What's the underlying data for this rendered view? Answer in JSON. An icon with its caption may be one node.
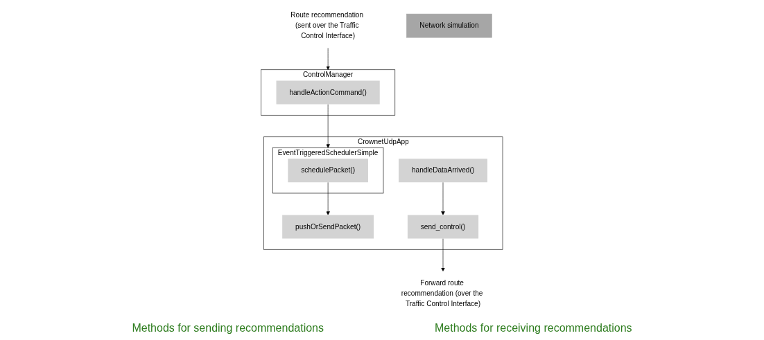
{
  "diagram": {
    "nodes": [
      {
        "text": [
          "Route recommendation (sent over the Traffic Control Interface)"
        ]
      },
      {
        "text": [
          "ControlManager"
        ]
      },
      {
        "text": [
          "handleActionCommand()"
        ],
        "in": 1
      },
      {
        "text": [
          "CrownetUdpApp"
        ]
      },
      {
        "text": [
          "EventTriggeredSchedulerSimple"
        ],
        "in": 3
      },
      {
        "text": [
          "schedulePacket()"
        ],
        "in": 4
      },
      {
        "text": [
          "pushOrSendPacket()"
        ],
        "in": 3
      },
      {
        "text": [
          "handleDataArrived()"
        ],
        "in": 3
      },
      {
        "text": [
          "send_control()"
        ],
        "in": 3
      },
      {
        "text": [
          "Network simulation"
        ]
      },
      {
        "text": [
          "Forward route recommendation (over the Traffic Control Interface)"
        ]
      }
    ],
    "edges": [
      {
        "from": 0,
        "to": 1,
        "arrow": "to"
      },
      {
        "from": 2,
        "to": 4,
        "arrow": "to"
      },
      {
        "from": 5,
        "to": 6,
        "arrow": "to"
      },
      {
        "from": 7,
        "to": 8,
        "arrow": "to"
      },
      {
        "from": 8,
        "to": 10,
        "arrow": "to"
      }
    ],
    "labels": [
      "Methods for sending recommendations",
      "Methods for receiving recommendations"
    ]
  }
}
